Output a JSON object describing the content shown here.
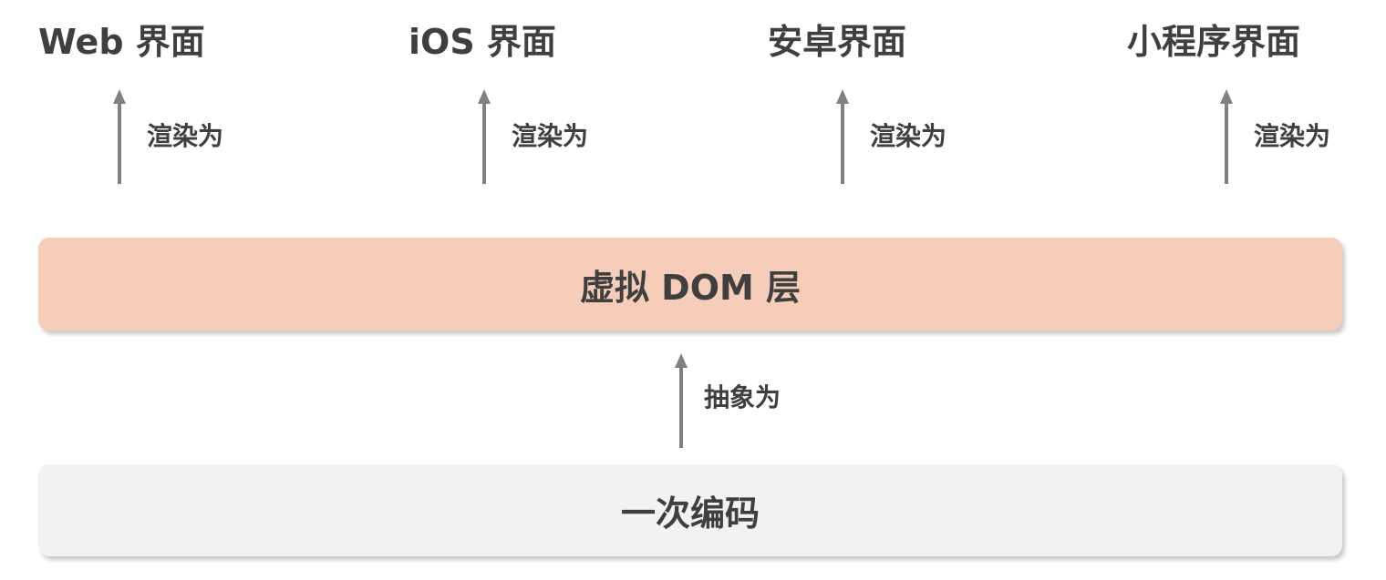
{
  "targets": [
    {
      "label": "Web 界面",
      "render_label": "渲染为"
    },
    {
      "label": "iOS 界面",
      "render_label": "渲染为"
    },
    {
      "label": "安卓界面",
      "render_label": "渲染为"
    },
    {
      "label": "小程序界面",
      "render_label": "渲染为"
    }
  ],
  "vdom_layer": {
    "label": "虚拟 DOM 层",
    "color": "#f6cdb8"
  },
  "abstract_label": "抽象为",
  "code_layer": {
    "label": "一次编码",
    "color": "#f2f2f2"
  },
  "arrow_color": "#808080",
  "text_color": "#3f3f3f"
}
